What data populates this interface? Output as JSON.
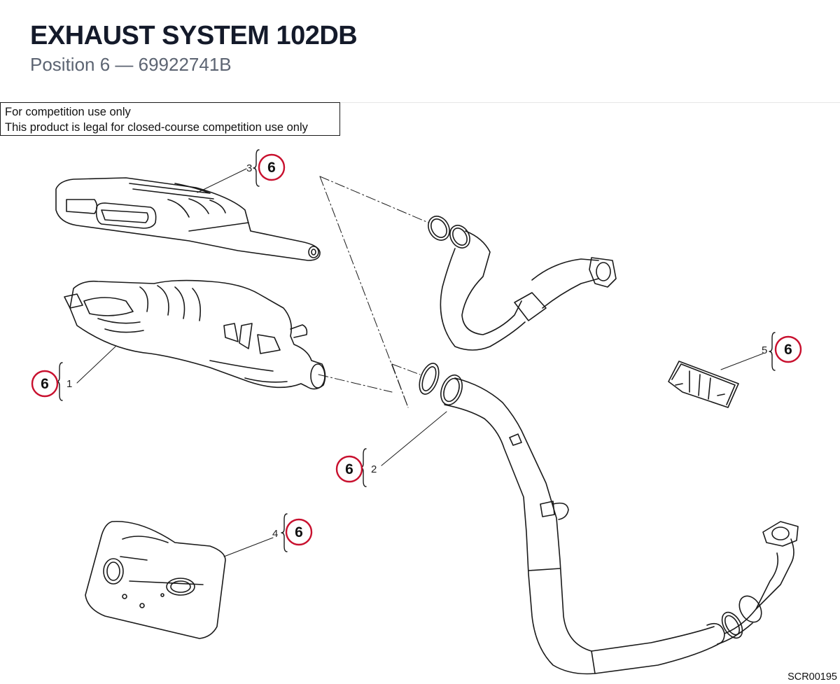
{
  "header": {
    "title": "EXHAUST SYSTEM 102DB",
    "subtitle": "Position 6 — 69922741B"
  },
  "notice": {
    "line1": "For competition use only",
    "line2": "This product is legal for closed-course competition use only"
  },
  "callouts": [
    {
      "part": "1",
      "position": "6"
    },
    {
      "part": "2",
      "position": "6"
    },
    {
      "part": "3",
      "position": "6"
    },
    {
      "part": "4",
      "position": "6"
    },
    {
      "part": "5",
      "position": "6"
    }
  ],
  "badge_color": "#c8102e",
  "drawing_code": "SCR00195"
}
